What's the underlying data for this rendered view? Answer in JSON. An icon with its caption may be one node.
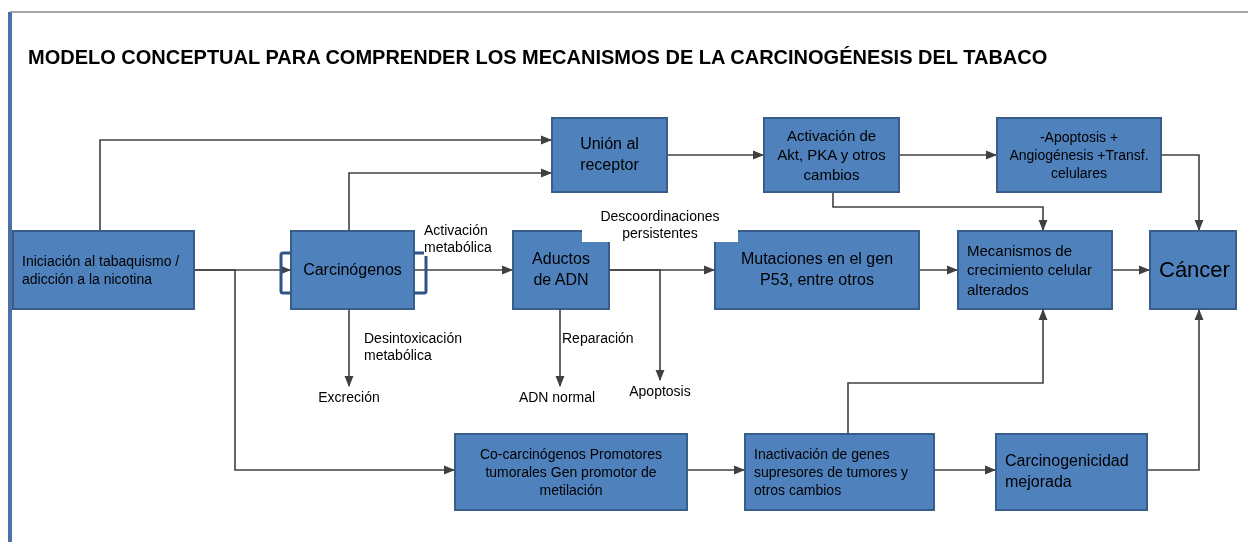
{
  "diagram": {
    "title": "MODELO CONCEPTUAL PARA COMPRENDER LOS MECANISMOS DE LA CARCINOGÉNESIS DEL TABACO",
    "nodes": [
      {
        "text": [
          "Iniciación al tabaquismo / adicción a la nicotina"
        ]
      },
      {
        "text": [
          "Carcinógenos"
        ]
      },
      {
        "text": [
          "Aductos de ADN"
        ]
      },
      {
        "text": [
          "Mutaciones en el gen P53, entre otros"
        ]
      },
      {
        "text": [
          "Mecanismos de crecimiento celular alterados"
        ]
      },
      {
        "text": [
          "Cáncer"
        ]
      },
      {
        "text": [
          "Unión al receptor"
        ]
      },
      {
        "text": [
          "Activación de Akt, PKA y otros cambios"
        ]
      },
      {
        "text": [
          "-Apoptosis + Angiogénesis +Transf. celulares"
        ]
      },
      {
        "text": [
          "Co-carcinógenos Promotores tumorales Gen promotor de metilación"
        ]
      },
      {
        "text": [
          "Inactivación de genes supresores de tumores y otros cambios"
        ]
      },
      {
        "text": [
          "Carcinogenicidad mejorada"
        ]
      },
      {
        "text": [
          "Excreción"
        ]
      },
      {
        "text": [
          "ADN normal"
        ]
      },
      {
        "text": [
          "Apoptosis"
        ]
      }
    ],
    "edges": [
      {
        "from": 0,
        "to": 1,
        "arrow": "to"
      },
      {
        "from": 0,
        "to": 6,
        "arrow": "to"
      },
      {
        "from": 0,
        "to": 9,
        "arrow": "to"
      },
      {
        "from": 1,
        "to": 6,
        "arrow": "to"
      },
      {
        "from": 1,
        "to": 2,
        "label": "Activación metabólica",
        "arrow": "to"
      },
      {
        "from": 1,
        "to": 12,
        "label": "Desintoxicación metabólica",
        "arrow": "to"
      },
      {
        "from": 2,
        "to": 3,
        "label": "Descoordinaciones persistentes",
        "arrow": "to"
      },
      {
        "from": 2,
        "to": 13,
        "label": "Reparación",
        "arrow": "to"
      },
      {
        "from": 2,
        "to": 14,
        "arrow": "to"
      },
      {
        "from": 6,
        "to": 7,
        "arrow": "to"
      },
      {
        "from": 7,
        "to": 8,
        "arrow": "to"
      },
      {
        "from": 7,
        "to": 4,
        "arrow": "to"
      },
      {
        "from": 8,
        "to": 5,
        "arrow": "to"
      },
      {
        "from": 3,
        "to": 4,
        "arrow": "to"
      },
      {
        "from": 4,
        "to": 5,
        "arrow": "to"
      },
      {
        "from": 9,
        "to": 10,
        "arrow": "to"
      },
      {
        "from": 10,
        "to": 11,
        "arrow": "to"
      },
      {
        "from": 10,
        "to": 4,
        "arrow": "to"
      },
      {
        "from": 11,
        "to": 5,
        "arrow": "to"
      }
    ]
  }
}
